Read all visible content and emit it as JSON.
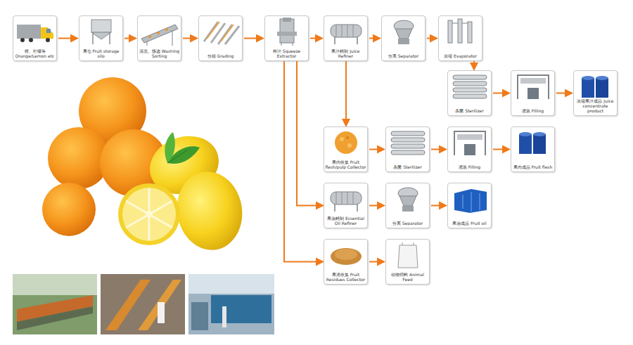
{
  "diagram": {
    "nodes": [
      {
        "text": [
          "橙、柠檬等 Orange/Lemon etc"
        ]
      },
      {
        "text": [
          "果仓 Fruit storage silo"
        ]
      },
      {
        "text": [
          "清洗、拣选 Washing Sorting"
        ]
      },
      {
        "text": [
          "分级 Grading"
        ]
      },
      {
        "text": [
          "榨汁 Squeeze Extractor"
        ]
      },
      {
        "text": [
          "果汁精制 Juice Refiner"
        ]
      },
      {
        "text": [
          "分离 Separator"
        ]
      },
      {
        "text": [
          "浓缩 Evaporator"
        ]
      },
      {
        "text": [
          "杀菌 Sterilizer"
        ]
      },
      {
        "text": [
          "灌装 Filling"
        ]
      },
      {
        "text": [
          "浓缩果汁成品 Juice concentrate product"
        ]
      },
      {
        "text": [
          "果肉收集 Fruit flesh/pulp Collector"
        ]
      },
      {
        "text": [
          "杀菌 Sterilizer"
        ]
      },
      {
        "text": [
          "灌装 Filling"
        ]
      },
      {
        "text": [
          "果肉成品 Fruit flesh"
        ]
      },
      {
        "text": [
          "果油精制 Essential Oil Refiner"
        ]
      },
      {
        "text": [
          "分离 Separator"
        ]
      },
      {
        "text": [
          "果油成品 Fruit oil"
        ]
      },
      {
        "text": [
          "果渣收集 Fruit Residues Collector"
        ]
      },
      {
        "text": [
          "动物饲料 Animal Feed"
        ]
      }
    ],
    "edges": [
      {
        "from": 0,
        "to": 1,
        "arrow": "to"
      },
      {
        "from": 1,
        "to": 2,
        "arrow": "to"
      },
      {
        "from": 2,
        "to": 3,
        "arrow": "to"
      },
      {
        "from": 3,
        "to": 4,
        "arrow": "to"
      },
      {
        "from": 4,
        "to": 5,
        "arrow": "to"
      },
      {
        "from": 5,
        "to": 6,
        "arrow": "to"
      },
      {
        "from": 6,
        "to": 7,
        "arrow": "to"
      },
      {
        "from": 7,
        "to": 8,
        "arrow": "to"
      },
      {
        "from": 8,
        "to": 9,
        "arrow": "to"
      },
      {
        "from": 9,
        "to": 10,
        "arrow": "to"
      },
      {
        "from": 5,
        "to": 11,
        "arrow": "to"
      },
      {
        "from": 11,
        "to": 12,
        "arrow": "to"
      },
      {
        "from": 12,
        "to": 13,
        "arrow": "to"
      },
      {
        "from": 13,
        "to": 14,
        "arrow": "to"
      },
      {
        "from": 4,
        "to": 15,
        "arrow": "to"
      },
      {
        "from": 15,
        "to": 16,
        "arrow": "to"
      },
      {
        "from": 16,
        "to": 17,
        "arrow": "to"
      },
      {
        "from": 4,
        "to": 18,
        "arrow": "to"
      },
      {
        "from": 18,
        "to": 19,
        "arrow": "to"
      }
    ]
  }
}
